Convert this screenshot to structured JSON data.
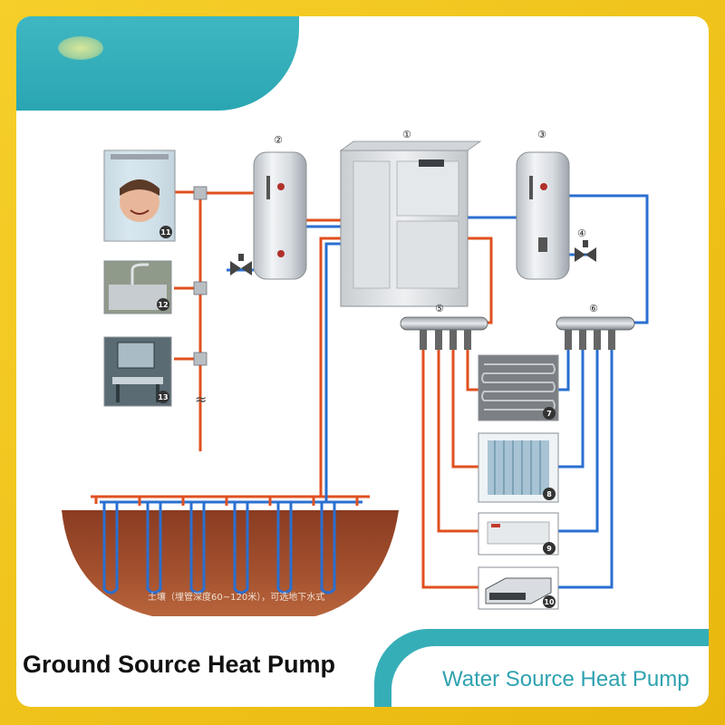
{
  "titles": {
    "ground": "Ground Source Heat Pump",
    "water": "Water Source Heat Pump"
  },
  "soil_caption": "土壤（埋管深度60~120米），可选地下水式",
  "markers": {
    "heat_pump": "①",
    "tank_left": "②",
    "tank_right": "③",
    "valve_right": "④",
    "manifold_left": "⑤",
    "manifold_right": "⑥",
    "floor_heating": "7",
    "radiator": "8",
    "fan_coil": "9",
    "duct_unit": "10",
    "shower": "11",
    "kitchen_tap": "12",
    "bathroom": "13"
  },
  "colors": {
    "hot_pipe": "#e0501f",
    "cold_pipe": "#2a6fd0",
    "soil": "#9b4a2a",
    "teal": "#36aeb8",
    "frame": "#f3c21a"
  }
}
